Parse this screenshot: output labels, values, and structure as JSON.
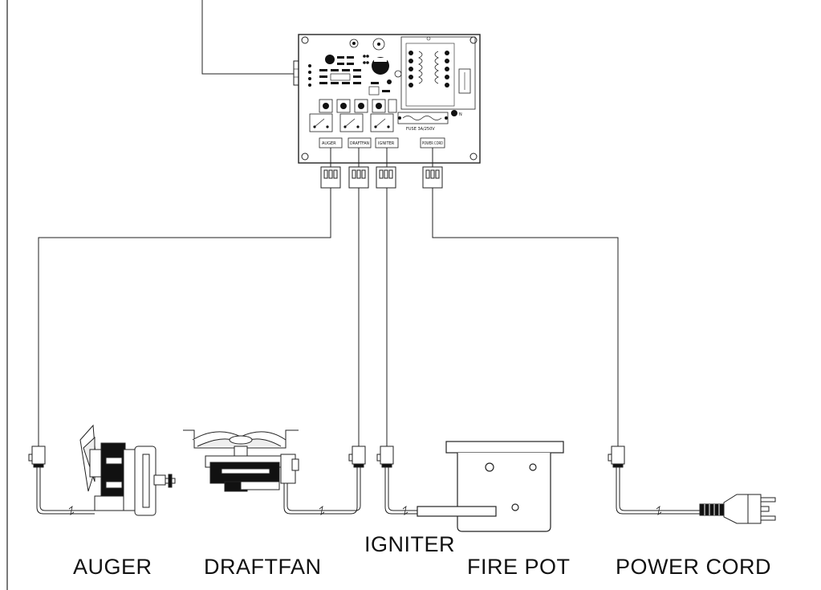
{
  "components": {
    "auger": "AUGER",
    "draftfan": "DRAFTFAN",
    "igniter": "IGNITER",
    "fire_pot": "FIRE POT",
    "power_cord": "POWER CORD"
  },
  "board": {
    "connectors": [
      "AUGER",
      "DRAFTFAN",
      "IGNITER",
      "POWER CORD"
    ],
    "fuse_label": "FUSE 3A/250V",
    "n_mark": "N"
  },
  "colors": {
    "line": "#222222",
    "background": "#ffffff",
    "fill_dark": "#111111",
    "fill_light": "#f2f2f2"
  }
}
